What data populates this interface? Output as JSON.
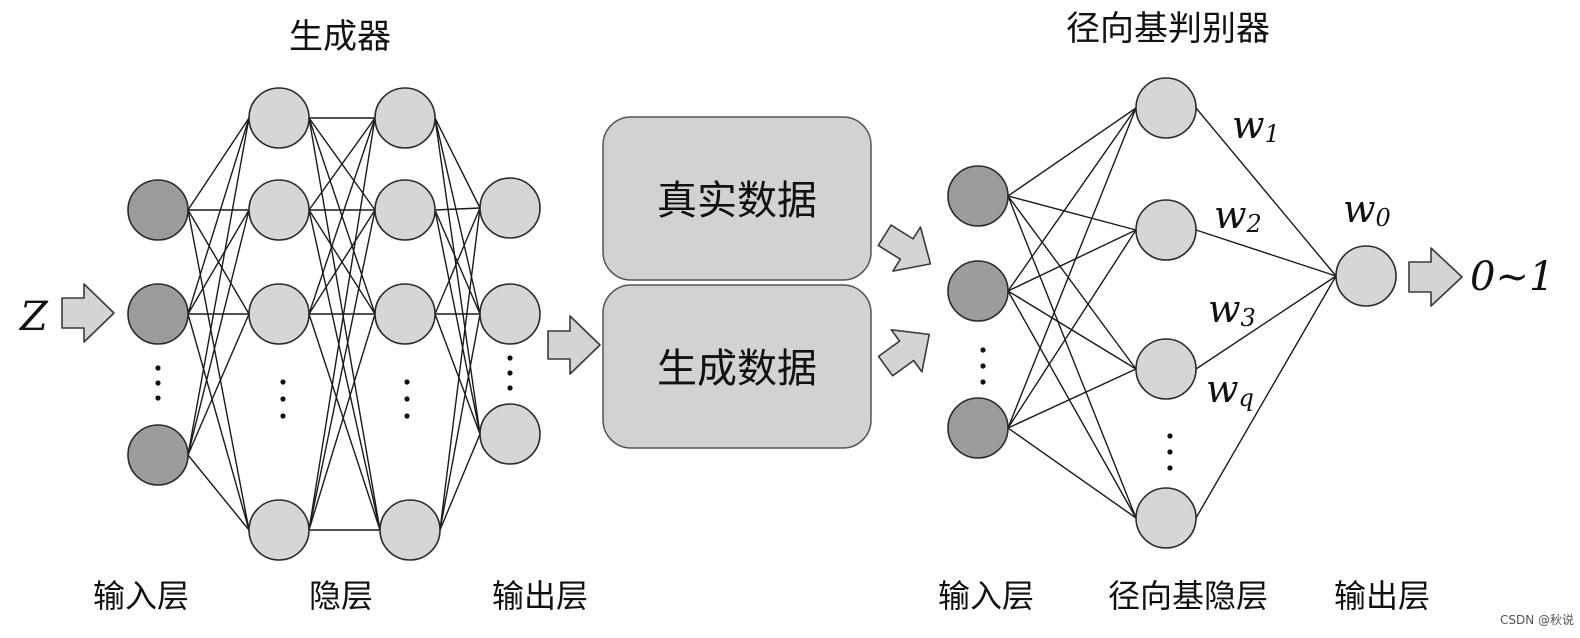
{
  "generator": {
    "title": "生成器",
    "layer_labels": {
      "input": "输入层",
      "hidden": "隐层",
      "output": "输出层"
    },
    "input_symbol": "Z"
  },
  "data_boxes": {
    "real": "真实数据",
    "generated": "生成数据"
  },
  "discriminator": {
    "title": "径向基判别器",
    "layer_labels": {
      "input": "输入层",
      "hidden": "径向基隐层",
      "output": "输出层"
    },
    "weights": {
      "w1": {
        "base": "w",
        "sub": "1"
      },
      "w2": {
        "base": "w",
        "sub": "2"
      },
      "w3": {
        "base": "w",
        "sub": "3"
      },
      "wq": {
        "base": "w",
        "sub": "q"
      },
      "w0": {
        "base": "w",
        "sub": "0"
      }
    },
    "output_range": "0~1"
  },
  "watermark": "CSDN @秋说"
}
